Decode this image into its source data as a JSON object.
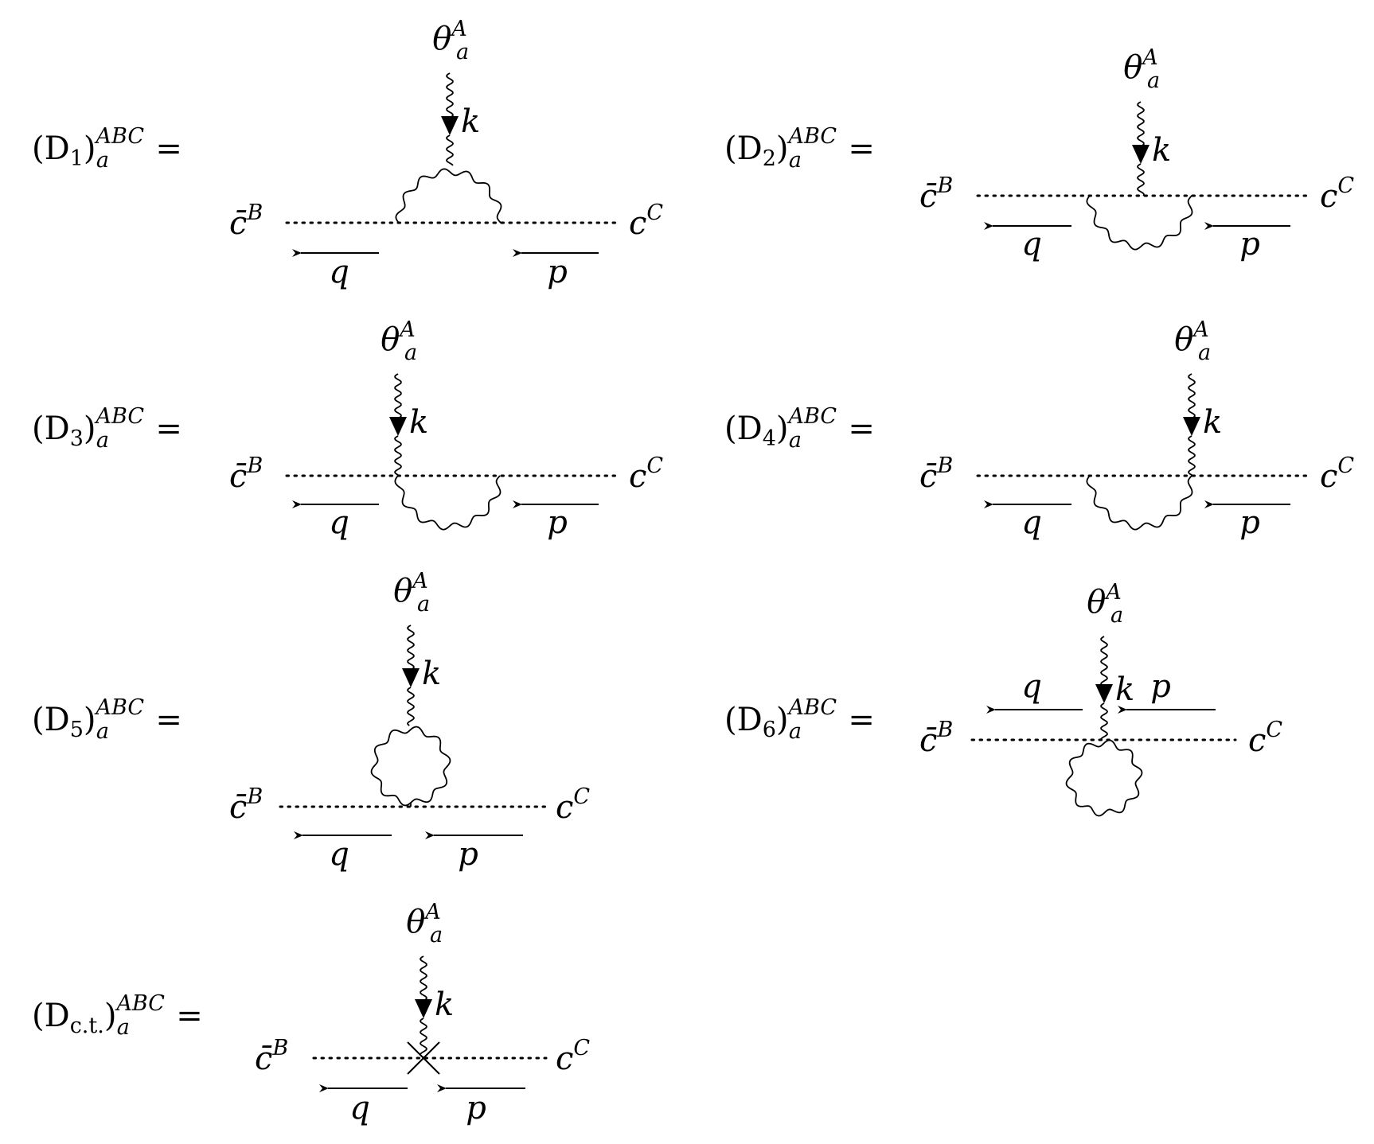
{
  "diagrams": [
    {
      "id": "D1",
      "label_main": "(D",
      "label_sub": "1",
      "label_close": ")",
      "label_lower": "a",
      "label_upper": "ABC",
      "equals": "=",
      "external": {
        "theta": "θ",
        "theta_sub": "a",
        "theta_sup": "A",
        "k": "k",
        "cbar": "c̄",
        "cbar_sup": "B",
        "c": "c",
        "c_sup": "C",
        "q": "q",
        "p": "p"
      },
      "topology": "gluon loop above ghost line, external gluon attaches at top of loop"
    },
    {
      "id": "D2",
      "label_main": "(D",
      "label_sub": "2",
      "label_close": ")",
      "label_lower": "a",
      "label_upper": "ABC",
      "equals": "=",
      "external": {
        "theta": "θ",
        "theta_sub": "a",
        "theta_sup": "A",
        "k": "k",
        "cbar": "c̄",
        "cbar_sup": "B",
        "c": "c",
        "c_sup": "C",
        "q": "q",
        "p": "p"
      },
      "topology": "external gluon attaches to ghost line inside gluon arc below"
    },
    {
      "id": "D3",
      "label_main": "(D",
      "label_sub": "3",
      "label_close": ")",
      "label_lower": "a",
      "label_upper": "ABC",
      "equals": "=",
      "external": {
        "theta": "θ",
        "theta_sub": "a",
        "theta_sup": "A",
        "k": "k",
        "cbar": "c̄",
        "cbar_sup": "B",
        "c": "c",
        "c_sup": "C",
        "q": "q",
        "p": "p"
      },
      "topology": "external gluon attaches at left end of gluon arc below ghost line"
    },
    {
      "id": "D4",
      "label_main": "(D",
      "label_sub": "4",
      "label_close": ")",
      "label_lower": "a",
      "label_upper": "ABC",
      "equals": "=",
      "external": {
        "theta": "θ",
        "theta_sub": "a",
        "theta_sup": "A",
        "k": "k",
        "cbar": "c̄",
        "cbar_sup": "B",
        "c": "c",
        "c_sup": "C",
        "q": "q",
        "p": "p"
      },
      "topology": "external gluon attaches at right end of gluon arc below ghost line"
    },
    {
      "id": "D5",
      "label_main": "(D",
      "label_sub": "5",
      "label_close": ")",
      "label_lower": "a",
      "label_upper": "ABC",
      "equals": "=",
      "external": {
        "theta": "θ",
        "theta_sub": "a",
        "theta_sup": "A",
        "k": "k",
        "cbar": "c̄",
        "cbar_sup": "B",
        "c": "c",
        "c_sup": "C",
        "q": "q",
        "p": "p"
      },
      "topology": "gluon tadpole loop between external gluon and ghost line"
    },
    {
      "id": "D6",
      "label_main": "(D",
      "label_sub": "6",
      "label_close": ")",
      "label_lower": "a",
      "label_upper": "ABC",
      "equals": "=",
      "external": {
        "theta": "θ",
        "theta_sub": "a",
        "theta_sup": "A",
        "k": "k",
        "cbar": "c̄",
        "cbar_sup": "B",
        "c": "c",
        "c_sup": "C",
        "q": "q",
        "p": "p"
      },
      "topology": "gluon tadpole loop hanging below ghost line at external gluon vertex"
    },
    {
      "id": "Dct",
      "label_main": "(D",
      "label_sub": "c.t.",
      "label_close": ")",
      "label_lower": "a",
      "label_upper": "ABC",
      "equals": "=",
      "external": {
        "theta": "θ",
        "theta_sub": "a",
        "theta_sup": "A",
        "k": "k",
        "cbar": "c̄",
        "cbar_sup": "B",
        "c": "c",
        "c_sup": "C",
        "q": "q",
        "p": "p"
      },
      "topology": "counterterm vertex marked with a cross"
    }
  ]
}
